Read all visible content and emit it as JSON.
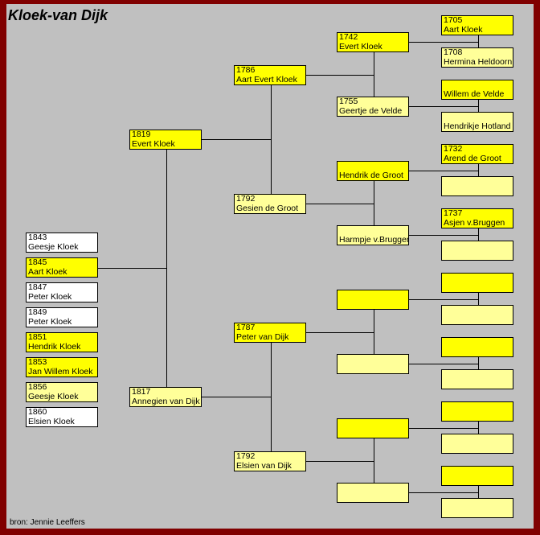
{
  "title": "Kloek-van Dijk",
  "source": "bron: Jennie Leeffers",
  "colors": {
    "male": "#ffff00",
    "female": "#ffff99",
    "child": "#ffffff",
    "frame": "#800000",
    "background": "#c0c0c0"
  },
  "children": [
    {
      "year": "1843",
      "name": "Geesje Kloek",
      "kind": "child"
    },
    {
      "year": "1845",
      "name": "Aart Kloek",
      "kind": "male"
    },
    {
      "year": "1847",
      "name": "Peter Kloek",
      "kind": "child"
    },
    {
      "year": "1849",
      "name": "Peter Kloek",
      "kind": "child"
    },
    {
      "year": "1851",
      "name": "Hendrik Kloek",
      "kind": "male"
    },
    {
      "year": "1853",
      "name": "Jan Willem Kloek",
      "kind": "male"
    },
    {
      "year": "1856",
      "name": "Geesje Kloek",
      "kind": "female"
    },
    {
      "year": "1860",
      "name": "Elsien Kloek",
      "kind": "child"
    }
  ],
  "parents": [
    {
      "year": "1819",
      "name": "Evert Kloek",
      "kind": "male"
    },
    {
      "year": "1817",
      "name": "Annegien van Dijk",
      "kind": "female"
    }
  ],
  "grandparents": [
    {
      "year": "1786",
      "name": "Aart Evert Kloek",
      "kind": "male"
    },
    {
      "year": "1792",
      "name": "Gesien de Groot",
      "kind": "female"
    },
    {
      "year": "1787",
      "name": "Peter van Dijk",
      "kind": "male"
    },
    {
      "year": "1792",
      "name": "Elsien van Dijk",
      "kind": "female"
    }
  ],
  "great_grandparents": [
    {
      "year": "1742",
      "name": "Evert Kloek",
      "kind": "male"
    },
    {
      "year": "1755",
      "name": "Geertje de Velde",
      "kind": "female"
    },
    {
      "year": "",
      "name": "Hendrik de Groot",
      "kind": "male"
    },
    {
      "year": "",
      "name": "Harmpje v.Bruggen",
      "kind": "female"
    },
    {
      "year": "",
      "name": "",
      "kind": "male"
    },
    {
      "year": "",
      "name": "",
      "kind": "female"
    },
    {
      "year": "",
      "name": "",
      "kind": "male"
    },
    {
      "year": "",
      "name": "",
      "kind": "female"
    }
  ],
  "great_great_grandparents": [
    {
      "year": "1705",
      "name": "Aart Kloek",
      "kind": "male"
    },
    {
      "year": "1708",
      "name": "Hermina Heldoorn",
      "kind": "female"
    },
    {
      "year": "",
      "name": "Willem de Velde",
      "kind": "male"
    },
    {
      "year": "",
      "name": "Hendrikje Hotland",
      "kind": "female"
    },
    {
      "year": "1732",
      "name": "Arend de Groot",
      "kind": "male"
    },
    {
      "year": "",
      "name": "",
      "kind": "female"
    },
    {
      "year": "1737",
      "name": "Asjen v.Bruggen",
      "kind": "male"
    },
    {
      "year": "",
      "name": "",
      "kind": "female"
    },
    {
      "year": "",
      "name": "",
      "kind": "male"
    },
    {
      "year": "",
      "name": "",
      "kind": "female"
    },
    {
      "year": "",
      "name": "",
      "kind": "male"
    },
    {
      "year": "",
      "name": "",
      "kind": "female"
    },
    {
      "year": "",
      "name": "",
      "kind": "male"
    },
    {
      "year": "",
      "name": "",
      "kind": "female"
    },
    {
      "year": "",
      "name": "",
      "kind": "male"
    },
    {
      "year": "",
      "name": "",
      "kind": "female"
    }
  ]
}
